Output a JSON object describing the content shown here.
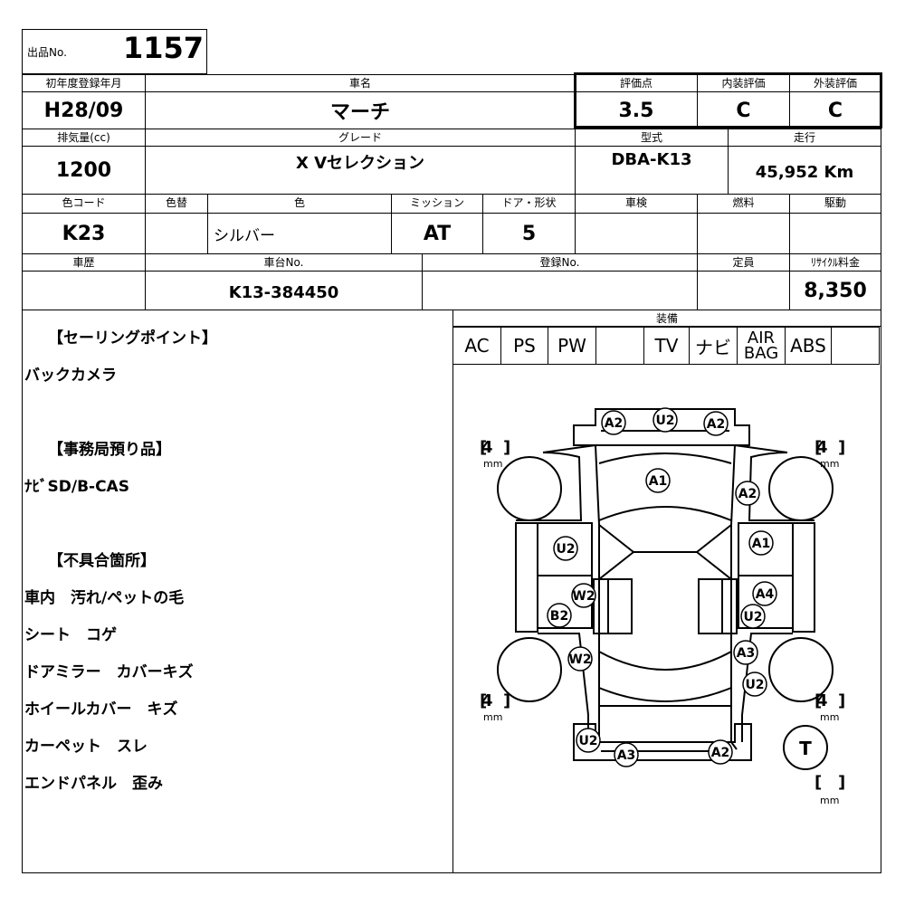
{
  "lot": {
    "label": "出品No.",
    "value": "1157"
  },
  "row1": {
    "headers": {
      "reg_year": "初年度登録年月",
      "name": "車名",
      "score": "評価点",
      "interior": "内装評価",
      "exterior": "外装評価"
    },
    "values": {
      "reg_year": "H28/09",
      "name": "マーチ",
      "score": "3.5",
      "interior": "C",
      "exterior": "C"
    }
  },
  "row2": {
    "headers": {
      "displacement": "排気量(cc)",
      "grade": "グレード",
      "model": "型式",
      "mileage": "走行"
    },
    "values": {
      "displacement": "1200",
      "grade": "X Vセレクション",
      "model": "DBA-K13",
      "mileage": "45,952 Km"
    }
  },
  "row3": {
    "headers": {
      "color_code": "色コード",
      "color_change": "色替",
      "color": "色",
      "transmission": "ミッション",
      "doors": "ドア・形状",
      "inspection": "車検",
      "fuel": "燃料",
      "drive": "駆動"
    },
    "values": {
      "color_code": "K23",
      "color_change": "",
      "color": "シルバー",
      "transmission": "AT",
      "doors": "5",
      "inspection": "",
      "fuel": "",
      "drive": ""
    }
  },
  "row4": {
    "headers": {
      "history": "車歴",
      "chassis": "車台No.",
      "registration": "登録No.",
      "capacity": "定員",
      "recycle": "ﾘｻｲｸﾙ料金"
    },
    "values": {
      "history": "",
      "chassis": "K13-384450",
      "registration": "",
      "capacity": "",
      "recycle": "8,350"
    }
  },
  "equipment": {
    "header": "装備",
    "items": [
      "AC",
      "PS",
      "PW",
      "",
      "TV",
      "ナビ",
      "AIR BAG",
      "ABS",
      ""
    ]
  },
  "notes": {
    "selling_header": "【セーリングポイント】",
    "selling_text": "バックカメラ",
    "office_header": "【事務局預り品】",
    "office_text": "ﾅﾋﾞSD/B-CAS",
    "defects_header": "【不具合箇所】",
    "defects": [
      "車内　汚れ/ペットの毛",
      "シート　コゲ",
      "ドアミラー　カバーキズ",
      "ホイールカバー　キズ",
      "カーペット　スレ",
      "エンドパネル　歪み"
    ]
  },
  "tires": {
    "front_left": "4",
    "front_right": "4",
    "rear_left": "4",
    "rear_right": "4",
    "spare": "",
    "unit": "mm",
    "spare_symbol": "T"
  },
  "damage_marks": [
    "A2",
    "U2",
    "A2",
    "A1",
    "A2",
    "A1",
    "U2",
    "A4",
    "W2",
    "B2",
    "U2",
    "A3",
    "W2",
    "U2",
    "U2",
    "A3",
    "A2"
  ]
}
